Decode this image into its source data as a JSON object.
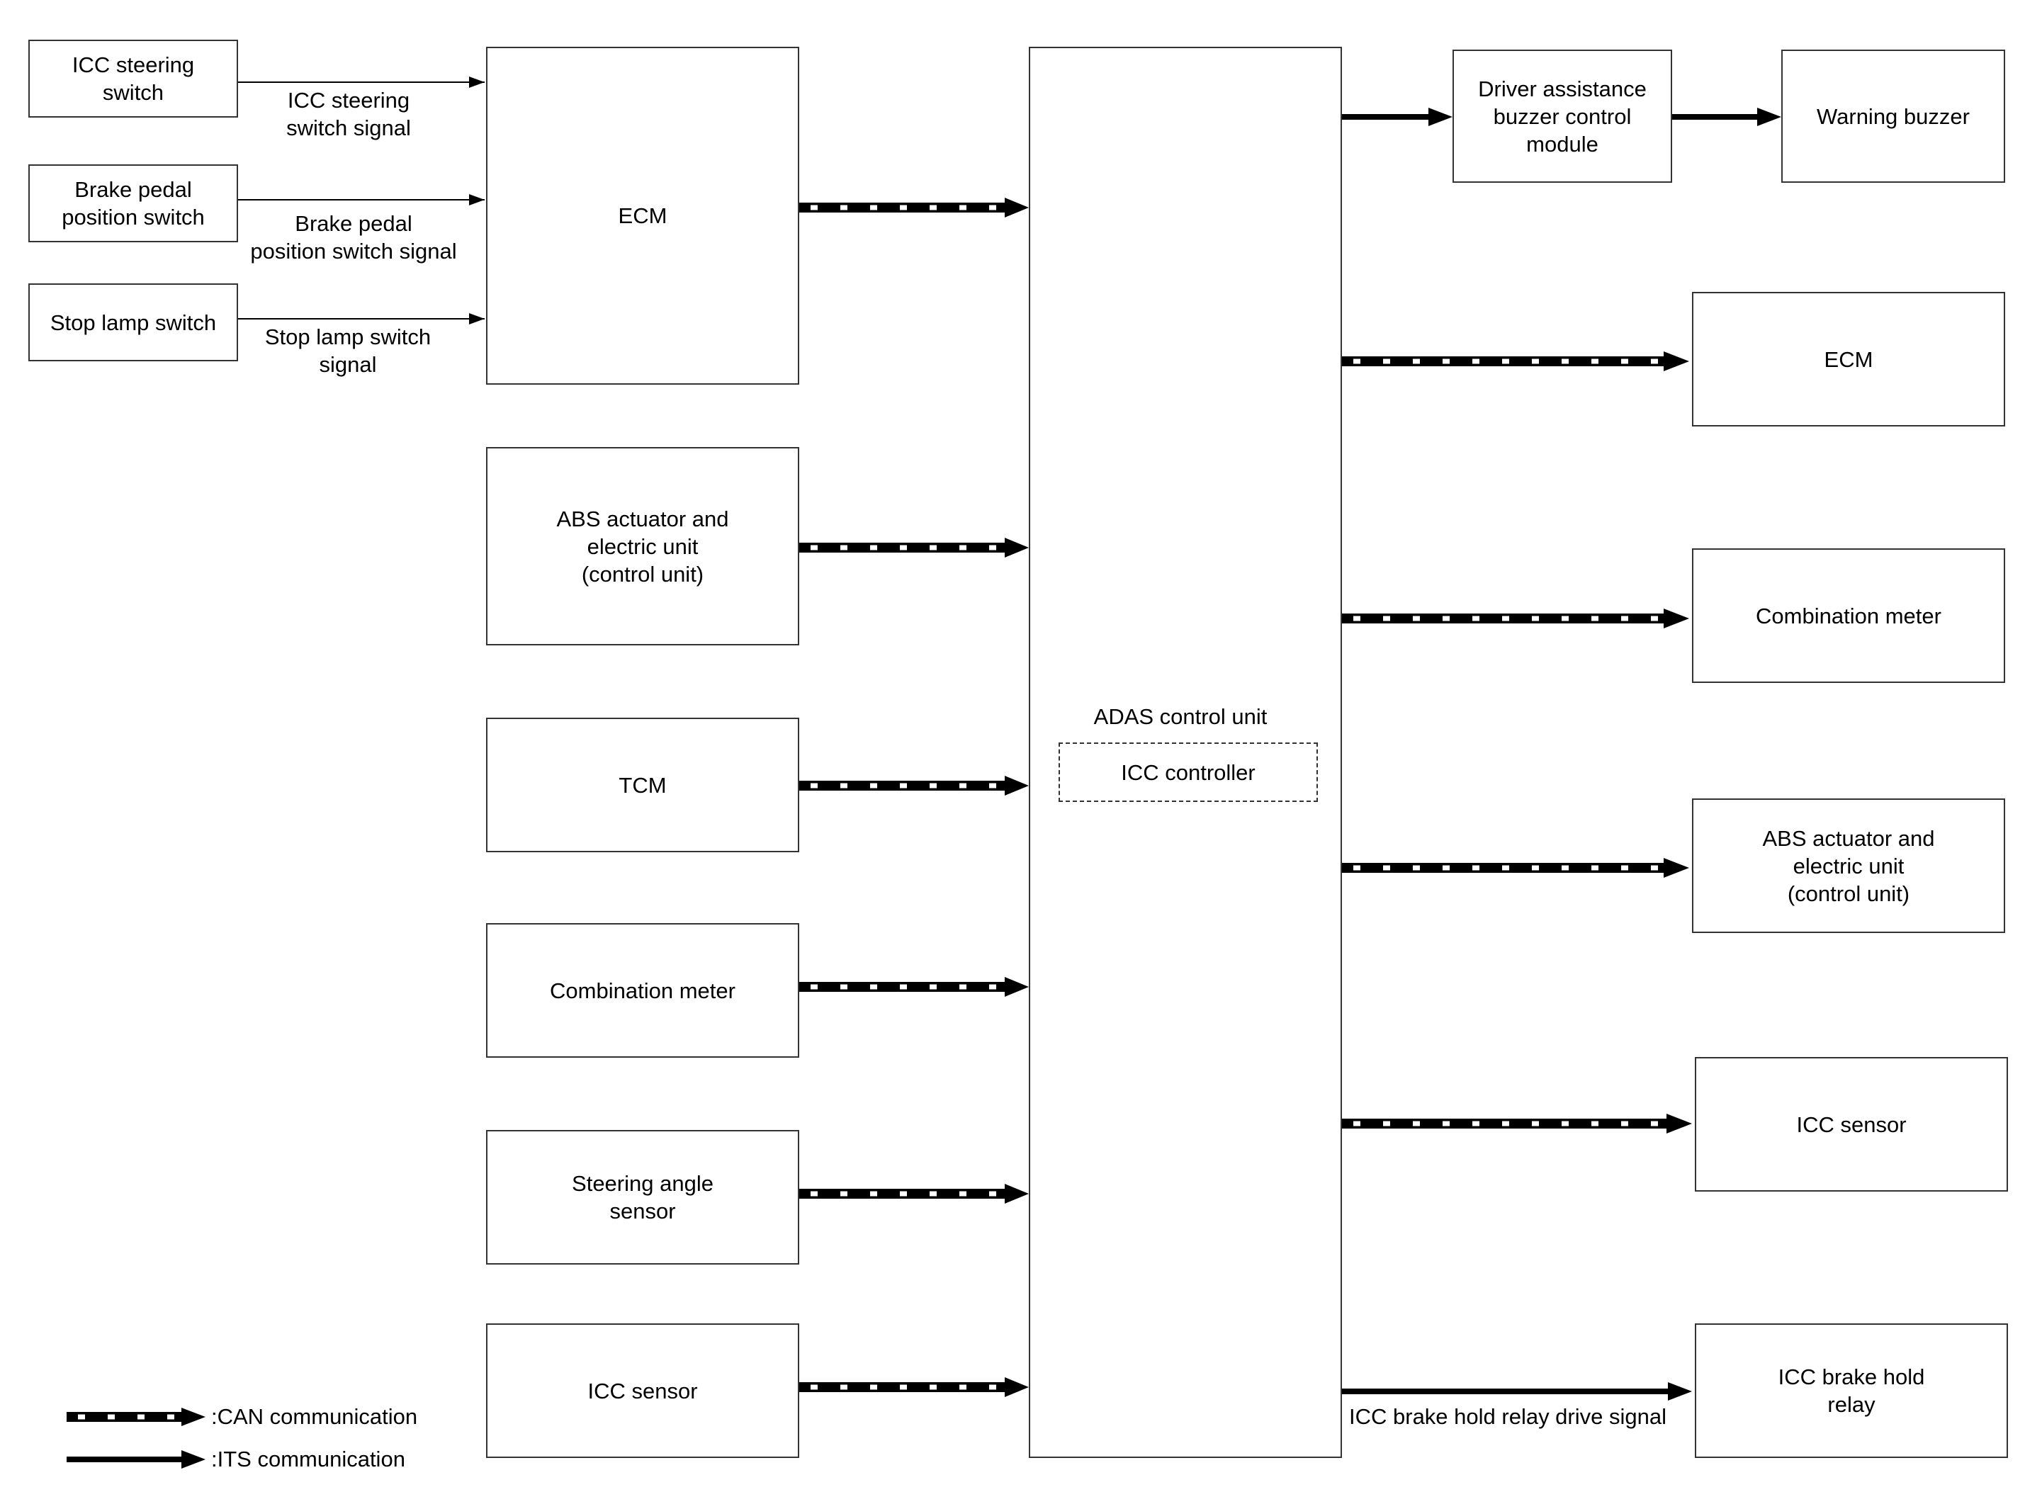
{
  "inputs": {
    "icc_steering_switch": "ICC steering\nswitch",
    "brake_pedal_position_switch": "Brake pedal\nposition switch",
    "stop_lamp_switch": "Stop lamp switch"
  },
  "signals": {
    "icc_steering_switch_signal": "ICC steering\nswitch signal",
    "brake_pedal_position_switch_signal": "Brake pedal\nposition switch signal",
    "stop_lamp_switch_signal": "Stop lamp switch\nsignal",
    "icc_brake_hold_relay_drive_signal": "ICC brake hold relay drive signal"
  },
  "left_units": {
    "ecm": "ECM",
    "abs_actuator": "ABS actuator and\nelectric unit\n(control unit)",
    "tcm": "TCM",
    "combination_meter": "Combination meter",
    "steering_angle_sensor": "Steering angle\nsensor",
    "icc_sensor": "ICC sensor"
  },
  "center": {
    "adas_control_unit": "ADAS control unit",
    "icc_controller": "ICC controller"
  },
  "right_units": {
    "driver_assistance_buzzer": "Driver assistance\nbuzzer control\nmodule",
    "warning_buzzer": "Warning buzzer",
    "ecm": "ECM",
    "combination_meter": "Combination meter",
    "abs_actuator": "ABS actuator and\nelectric unit\n(control unit)",
    "icc_sensor": "ICC sensor",
    "icc_brake_hold_relay": "ICC brake hold\nrelay"
  },
  "legend": {
    "can": ":CAN communication",
    "its": ":ITS communication"
  },
  "colors": {
    "line": "#000000",
    "border": "#333333",
    "can_dash_light": "#ffffff"
  }
}
